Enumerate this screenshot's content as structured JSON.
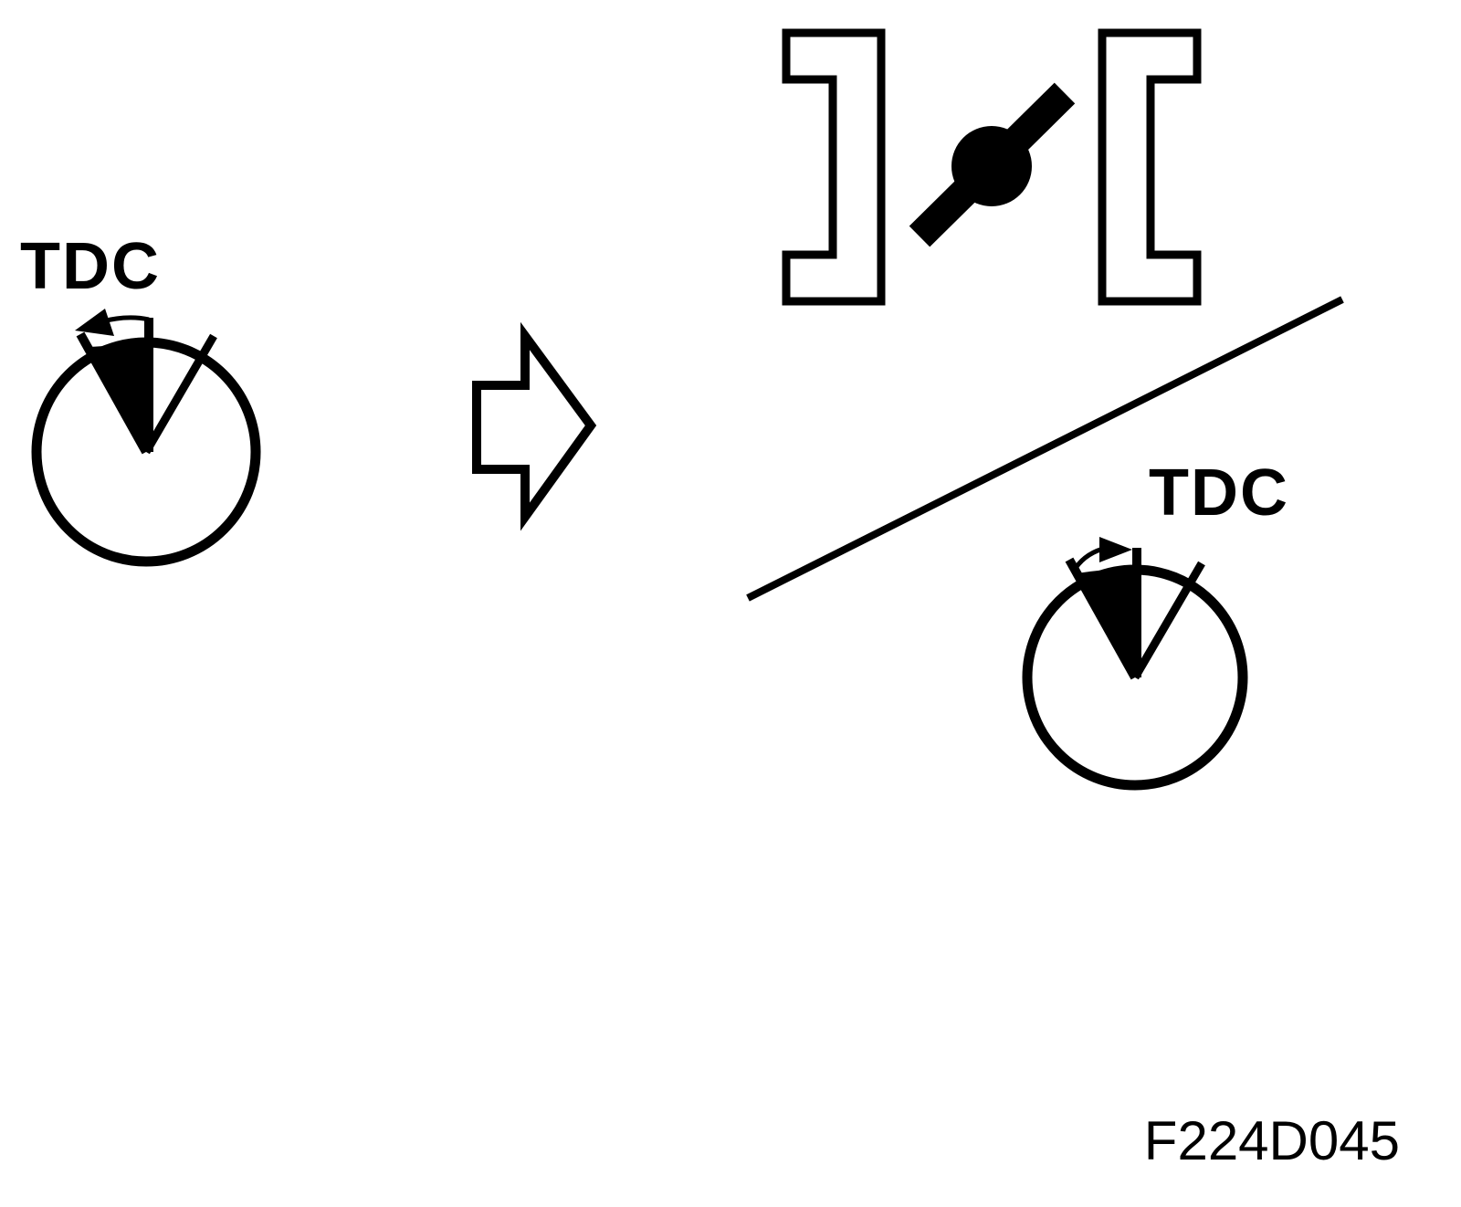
{
  "labels": {
    "tdc_left": "TDC",
    "tdc_right": "TDC",
    "figure_code": "F224D045"
  },
  "colors": {
    "ink": "#000000",
    "paper": "#ffffff"
  },
  "icons": {
    "left_dial": "crank-position-dial-icon",
    "right_dial": "crank-position-dial-icon",
    "transition_arrow": "outline-right-arrow-icon",
    "throttle_valve": "butterfly-valve-icon"
  }
}
